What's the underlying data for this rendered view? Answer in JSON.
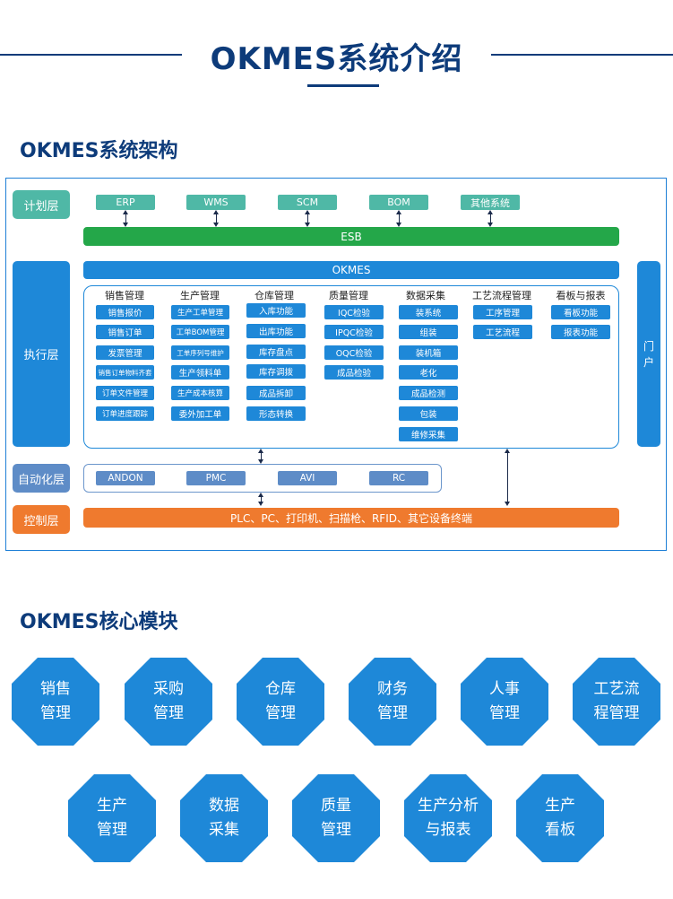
{
  "header": {
    "title": "OKMES系统介绍"
  },
  "architecture": {
    "section_title": "OKMES系统架构",
    "layers": {
      "plan": "计划层",
      "exec": "执行层",
      "auto": "自动化层",
      "control": "控制层"
    },
    "plan_systems": [
      "ERP",
      "WMS",
      "SCM",
      "BOM",
      "其他系统"
    ],
    "esb": "ESB",
    "okmes": "OKMES",
    "portal": "门户",
    "columns": [
      {
        "head": "销售管理",
        "items": [
          "销售报价",
          "销售订单",
          "发票管理",
          "销售订单物料齐套",
          "订单文件管理",
          "订单进度跟踪"
        ]
      },
      {
        "head": "生产管理",
        "items": [
          "生产工单管理",
          "工单BOM管理",
          "工单序列号维护",
          "生产领料单",
          "生产成本核算",
          "委外加工单"
        ]
      },
      {
        "head": "仓库管理",
        "items": [
          "入库功能",
          "出库功能",
          "库存盘点",
          "库存调拨",
          "成品拆卸",
          "形态转换"
        ]
      },
      {
        "head": "质量管理",
        "items": [
          "IQC检验",
          "IPQC检验",
          "OQC检验",
          "成品检验"
        ]
      },
      {
        "head": "数据采集",
        "items": [
          "装系统",
          "组装",
          "装机箱",
          "老化",
          "成品检测",
          "包装",
          "维修采集"
        ]
      },
      {
        "head": "工艺流程管理",
        "items": [
          "工序管理",
          "工艺流程"
        ]
      },
      {
        "head": "看板与报表",
        "items": [
          "看板功能",
          "报表功能"
        ]
      }
    ],
    "auto_items": [
      "ANDON",
      "PMC",
      "AVI",
      "RC"
    ],
    "control_bar": "PLC、PC、打印机、扫描枪、RFID、其它设备终端"
  },
  "modules": {
    "section_title": "OKMES核心模块",
    "row1": [
      [
        "销售",
        "管理"
      ],
      [
        "采购",
        "管理"
      ],
      [
        "仓库",
        "管理"
      ],
      [
        "财务",
        "管理"
      ],
      [
        "人事",
        "管理"
      ],
      [
        "工艺流",
        "程管理"
      ]
    ],
    "row2": [
      [
        "生产",
        "管理"
      ],
      [
        "数据",
        "采集"
      ],
      [
        "质量",
        "管理"
      ],
      [
        "生产分析",
        "与报表"
      ],
      [
        "生产",
        "看板"
      ]
    ]
  },
  "colors": {
    "navy": "#0d3b7a",
    "teal": "#4fb8a6",
    "blue": "#1e88d8",
    "green": "#24a749",
    "orange": "#ef7a2e",
    "steel": "#5e8cc7"
  }
}
